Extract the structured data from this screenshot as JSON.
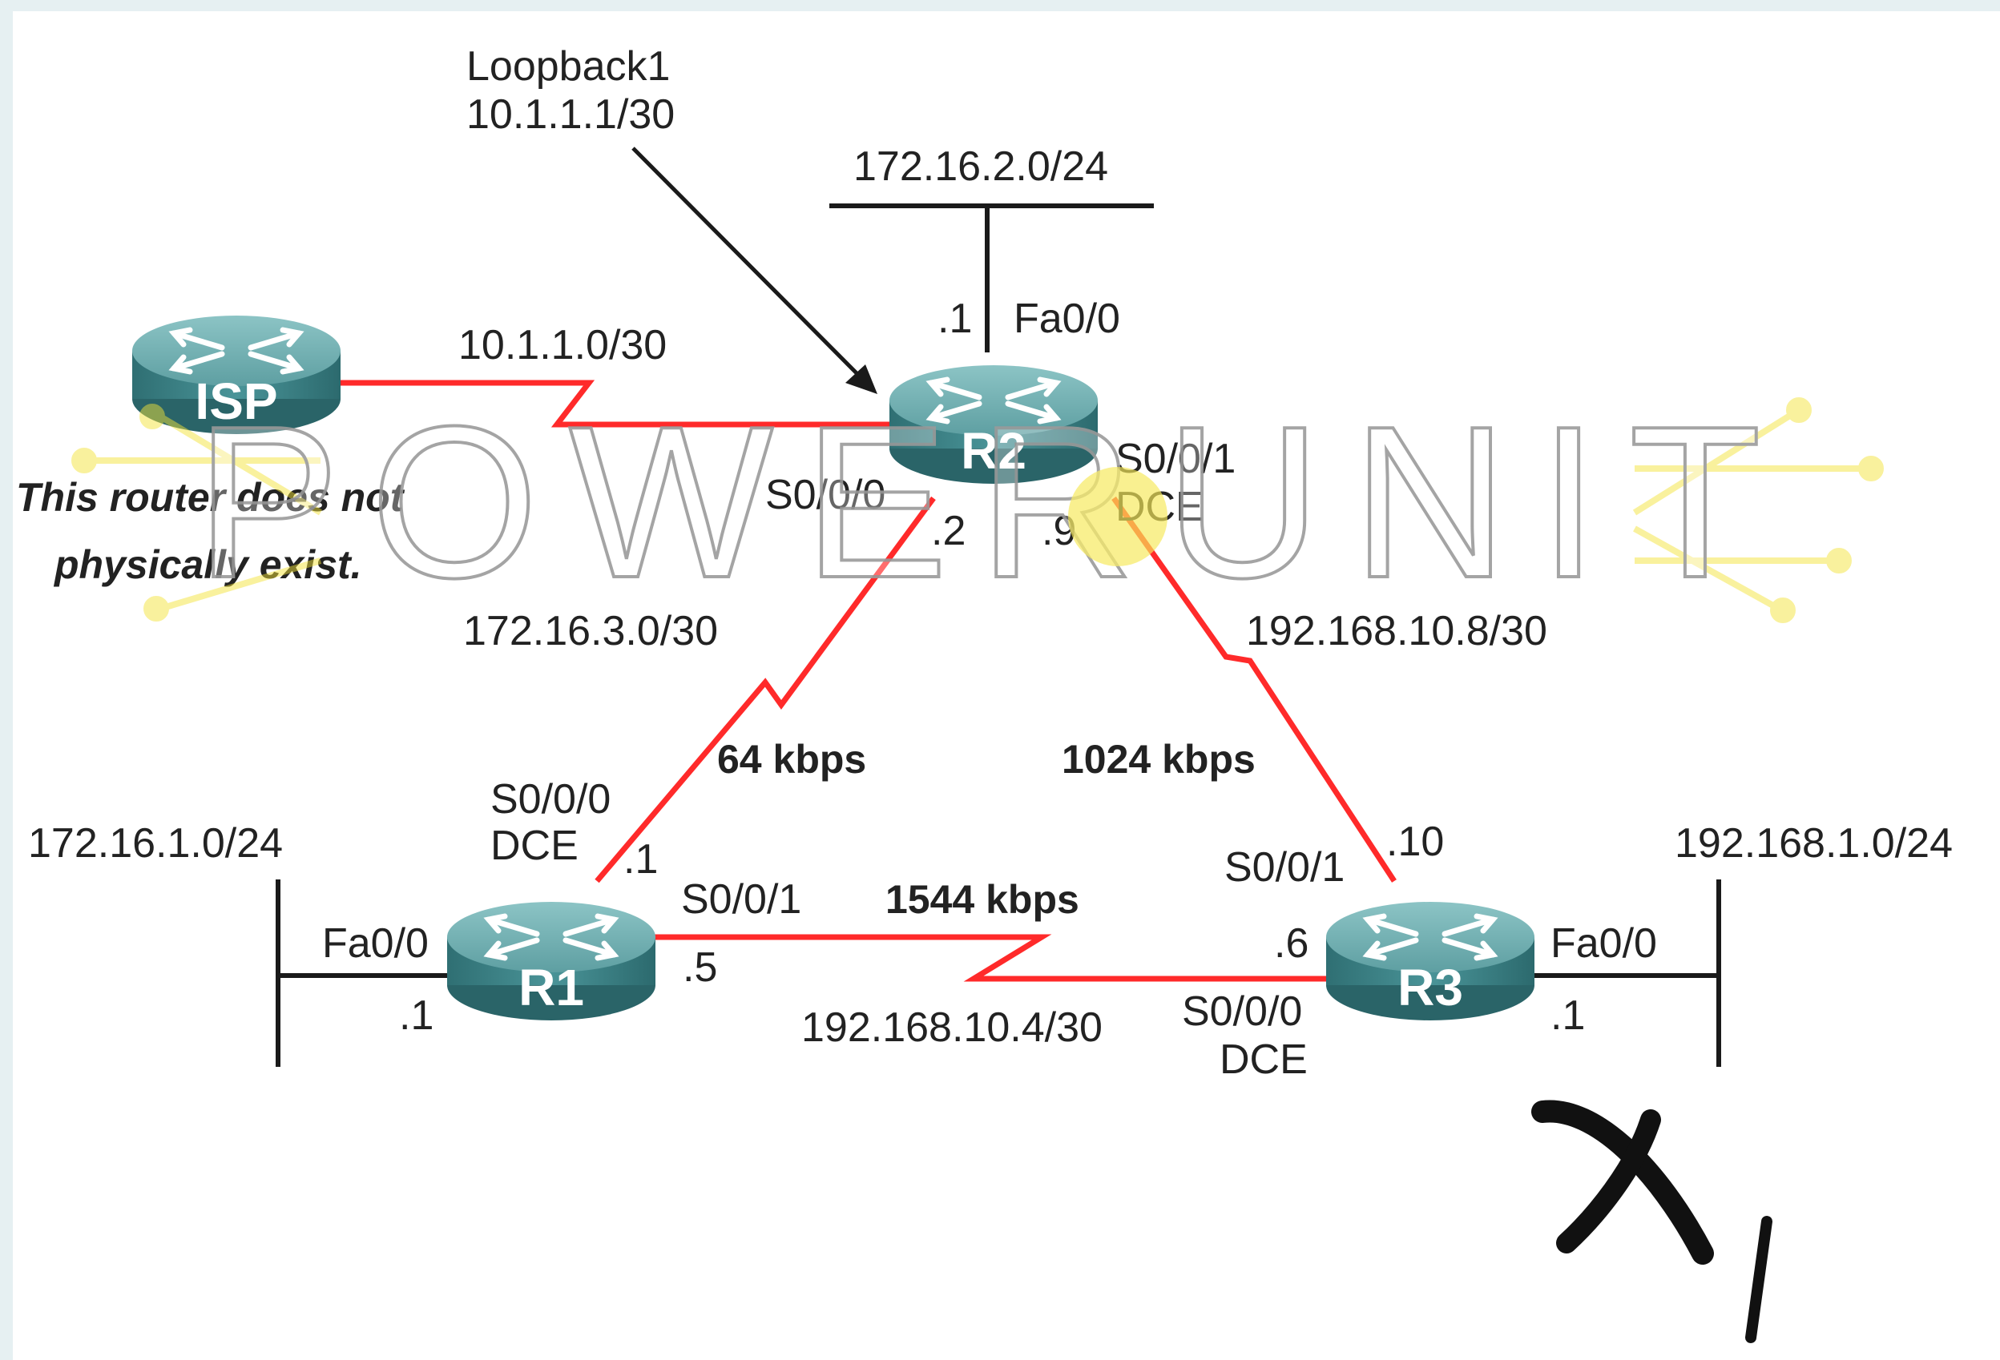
{
  "colors": {
    "serial_link": "#ff2a2a",
    "lan_line": "#1a1a1a",
    "router_body": "#3f8a8e",
    "router_top": "#79b6b8",
    "watermark_outline": "#9a9a9a",
    "watermark_accent": "#f2e23a"
  },
  "routers": {
    "isp": {
      "name": "ISP"
    },
    "r1": {
      "name": "R1"
    },
    "r2": {
      "name": "R2"
    },
    "r3": {
      "name": "R3"
    }
  },
  "annotations": {
    "loopback_name": "Loopback1",
    "loopback_addr": "10.1.1.1/30",
    "isp_note_line1": "This router does not",
    "isp_note_line2": "physically exist."
  },
  "networks": {
    "r2_lan": "172.16.2.0/24",
    "r1_lan": "172.16.1.0/24",
    "r3_lan": "192.168.1.0/24",
    "isp_r2": "10.1.1.0/30",
    "r1_r2": "172.16.3.0/30",
    "r2_r3": "192.168.10.8/30",
    "r1_r3": "192.168.10.4/30"
  },
  "bandwidth": {
    "r1_r2": "64 kbps",
    "r2_r3": "1024 kbps",
    "r1_r3": "1544 kbps"
  },
  "interfaces": {
    "r2_fa_host": ".1",
    "r2_fa": "Fa0/0",
    "r2_s000": "S0/0/0",
    "r2_s000_host": ".2",
    "r2_s001": "S0/0/1",
    "r2_s001_dce": "DCE",
    "r2_s001_host": ".9",
    "r1_s000": "S0/0/0",
    "r1_s000_dce": "DCE",
    "r1_s000_host": ".1",
    "r1_s001": "S0/0/1",
    "r1_s001_host": ".5",
    "r1_fa": "Fa0/0",
    "r1_fa_host": ".1",
    "r3_s001_host": ".10",
    "r3_s001": "S0/0/1",
    "r3_s000_host": ".6",
    "r3_s000": "S0/0/0",
    "r3_s000_dce": "DCE",
    "r3_fa": "Fa0/0",
    "r3_fa_host": ".1"
  },
  "watermark": {
    "text": "POWERUNIT"
  },
  "handwriting": {
    "text": "X1"
  }
}
